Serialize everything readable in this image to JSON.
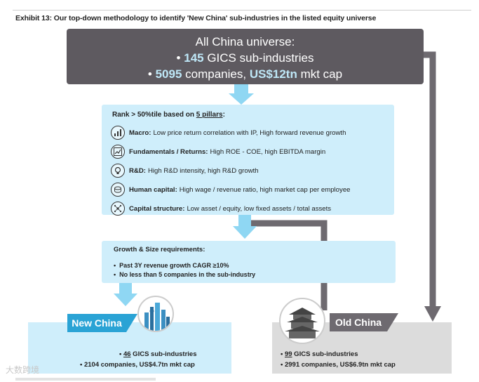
{
  "title": "Exhibit 13: Our top-down methodology to identify 'New China' sub-industries in the listed equity universe",
  "universe": {
    "heading": "All China universe:",
    "line1_num": "145",
    "line1_text": " GICS sub-industries",
    "line2_num": "5095",
    "line2_mid": " companies, ",
    "line2_cap": "US$12tn",
    "line2_tail": " mkt cap"
  },
  "pillars": {
    "head_prefix": "Rank > 50%tile based on ",
    "head_link": "5 pillars",
    "head_suffix": ":",
    "items": [
      {
        "icon": "bar-chart-icon",
        "label": "Macro:",
        "text": "Low price return correlation with IP, High forward revenue growth"
      },
      {
        "icon": "line-chart-icon",
        "label": "Fundamentals / Returns:",
        "text": "High ROE - COE, high EBITDA margin"
      },
      {
        "icon": "lightbulb-icon",
        "label": "R&D:",
        "text": "High R&D intensity, high R&D growth"
      },
      {
        "icon": "coins-icon",
        "label": "Human capital:",
        "text": "High wage / revenue ratio, high market cap per employee"
      },
      {
        "icon": "network-icon",
        "label": "Capital structure:",
        "text": "Low asset / equity, low fixed assets / total assets"
      }
    ]
  },
  "growth": {
    "head": "Growth & Size requirements:",
    "items": [
      "Past 3Y revenue growth CAGR ≥10%",
      "No less than 5 companies in the sub-industry"
    ]
  },
  "new_china": {
    "label": "New China",
    "line1_num": "46",
    "line1_text": " GICS sub-industries",
    "line2": "• 2104 companies, US$4.7tn mkt cap"
  },
  "old_china": {
    "label": "Old China",
    "line1_num": "99",
    "line1_text": " GICS sub-industries",
    "line2": "• 2991 companies, US$6.9tn mkt cap"
  },
  "watermark": "大数跨境",
  "colors": {
    "dark_box": "#5e5a60",
    "light_box": "#cfeefb",
    "accent_blue": "#2aa3d5",
    "arrow_blue": "#8fd7f3",
    "arrow_grey": "#6e6a70",
    "old_box": "#dcdcdc"
  }
}
